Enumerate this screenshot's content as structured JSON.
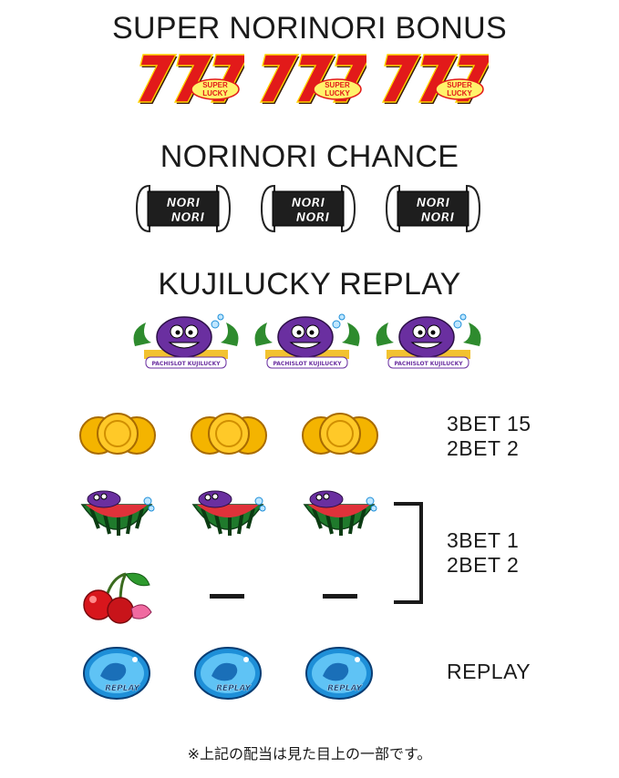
{
  "sections": {
    "bonus_title": "SUPER NORINORI BONUS",
    "chance_title": "NORINORI CHANCE",
    "replay_title": "KUJILUCKY REPLAY"
  },
  "icons": {
    "seven": "super-lucky-seven-icon",
    "surfboard": "nori-surfboard-icon",
    "kujilucky": "kujilucky-fish-icon",
    "coin": "coin-stack-icon",
    "watermelon": "watermelon-fish-icon",
    "cherry": "cherry-icon",
    "replay": "replay-bubble-icon"
  },
  "symbol_text": {
    "seven_badge_1": "SUPER",
    "seven_badge_2": "LUCKY",
    "surf_1": "NORI",
    "surf_2": "NORI",
    "kuji_banner": "PACHISLOT KUJILUCKY",
    "replay_badge": "REPLAY"
  },
  "payouts": {
    "coins": [
      "3BET 15",
      "2BET 2"
    ],
    "watermelon_cherry": [
      "3BET 1",
      "2BET 2"
    ],
    "replay": "REPLAY"
  },
  "footnote": "※上記の配当は見た目上の一部です。",
  "colors": {
    "seven_red": "#e21a1a",
    "seven_shadow": "#3a1a0a",
    "gold": "#f4b400",
    "purple": "#6a2fa0",
    "watermelon_green": "#1f7a2c",
    "watermelon_red": "#e0323a",
    "replay_blue": "#1e8fd8",
    "text": "#1a1a1a"
  }
}
